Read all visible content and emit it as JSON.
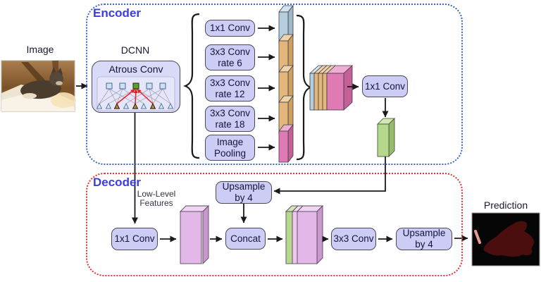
{
  "input": {
    "label": "Image"
  },
  "encoder": {
    "label": "Encoder",
    "dcnn_label": "DCNN",
    "atrous_label": "Atrous Conv",
    "aspp_branches": [
      "1x1 Conv",
      "3x3 Conv\nrate 6",
      "3x3 Conv\nrate 12",
      "3x3 Conv\nrate 18",
      "Image\nPooling"
    ],
    "conv1x1": "1x1 Conv"
  },
  "decoder": {
    "label": "Decoder",
    "low_level_features": "Low-Level\nFeatures",
    "conv1x1": "1x1 Conv",
    "upsample_top": "Upsample\nby 4",
    "concat": "Concat",
    "conv3x3": "3x3 Conv",
    "upsample_out": "Upsample\nby 4"
  },
  "output": {
    "label": "Prediction"
  },
  "colors": {
    "encoder_border": "#3b62c8",
    "decoder_border": "#e03333",
    "section_label": "#3d3de0",
    "node_fill": "#ccccf4",
    "node_border": "#4a4a55",
    "slab_blue": "#b5cedd",
    "slab_orange": "#e4b67c",
    "slab_pink": "#e07ab4",
    "slab_green": "#b5d88c",
    "slab_plum": "#e3b7e7",
    "arrow": "#1a1a1a",
    "atrous_red": "#e82020",
    "prediction_mask": "#4a0e0e"
  }
}
